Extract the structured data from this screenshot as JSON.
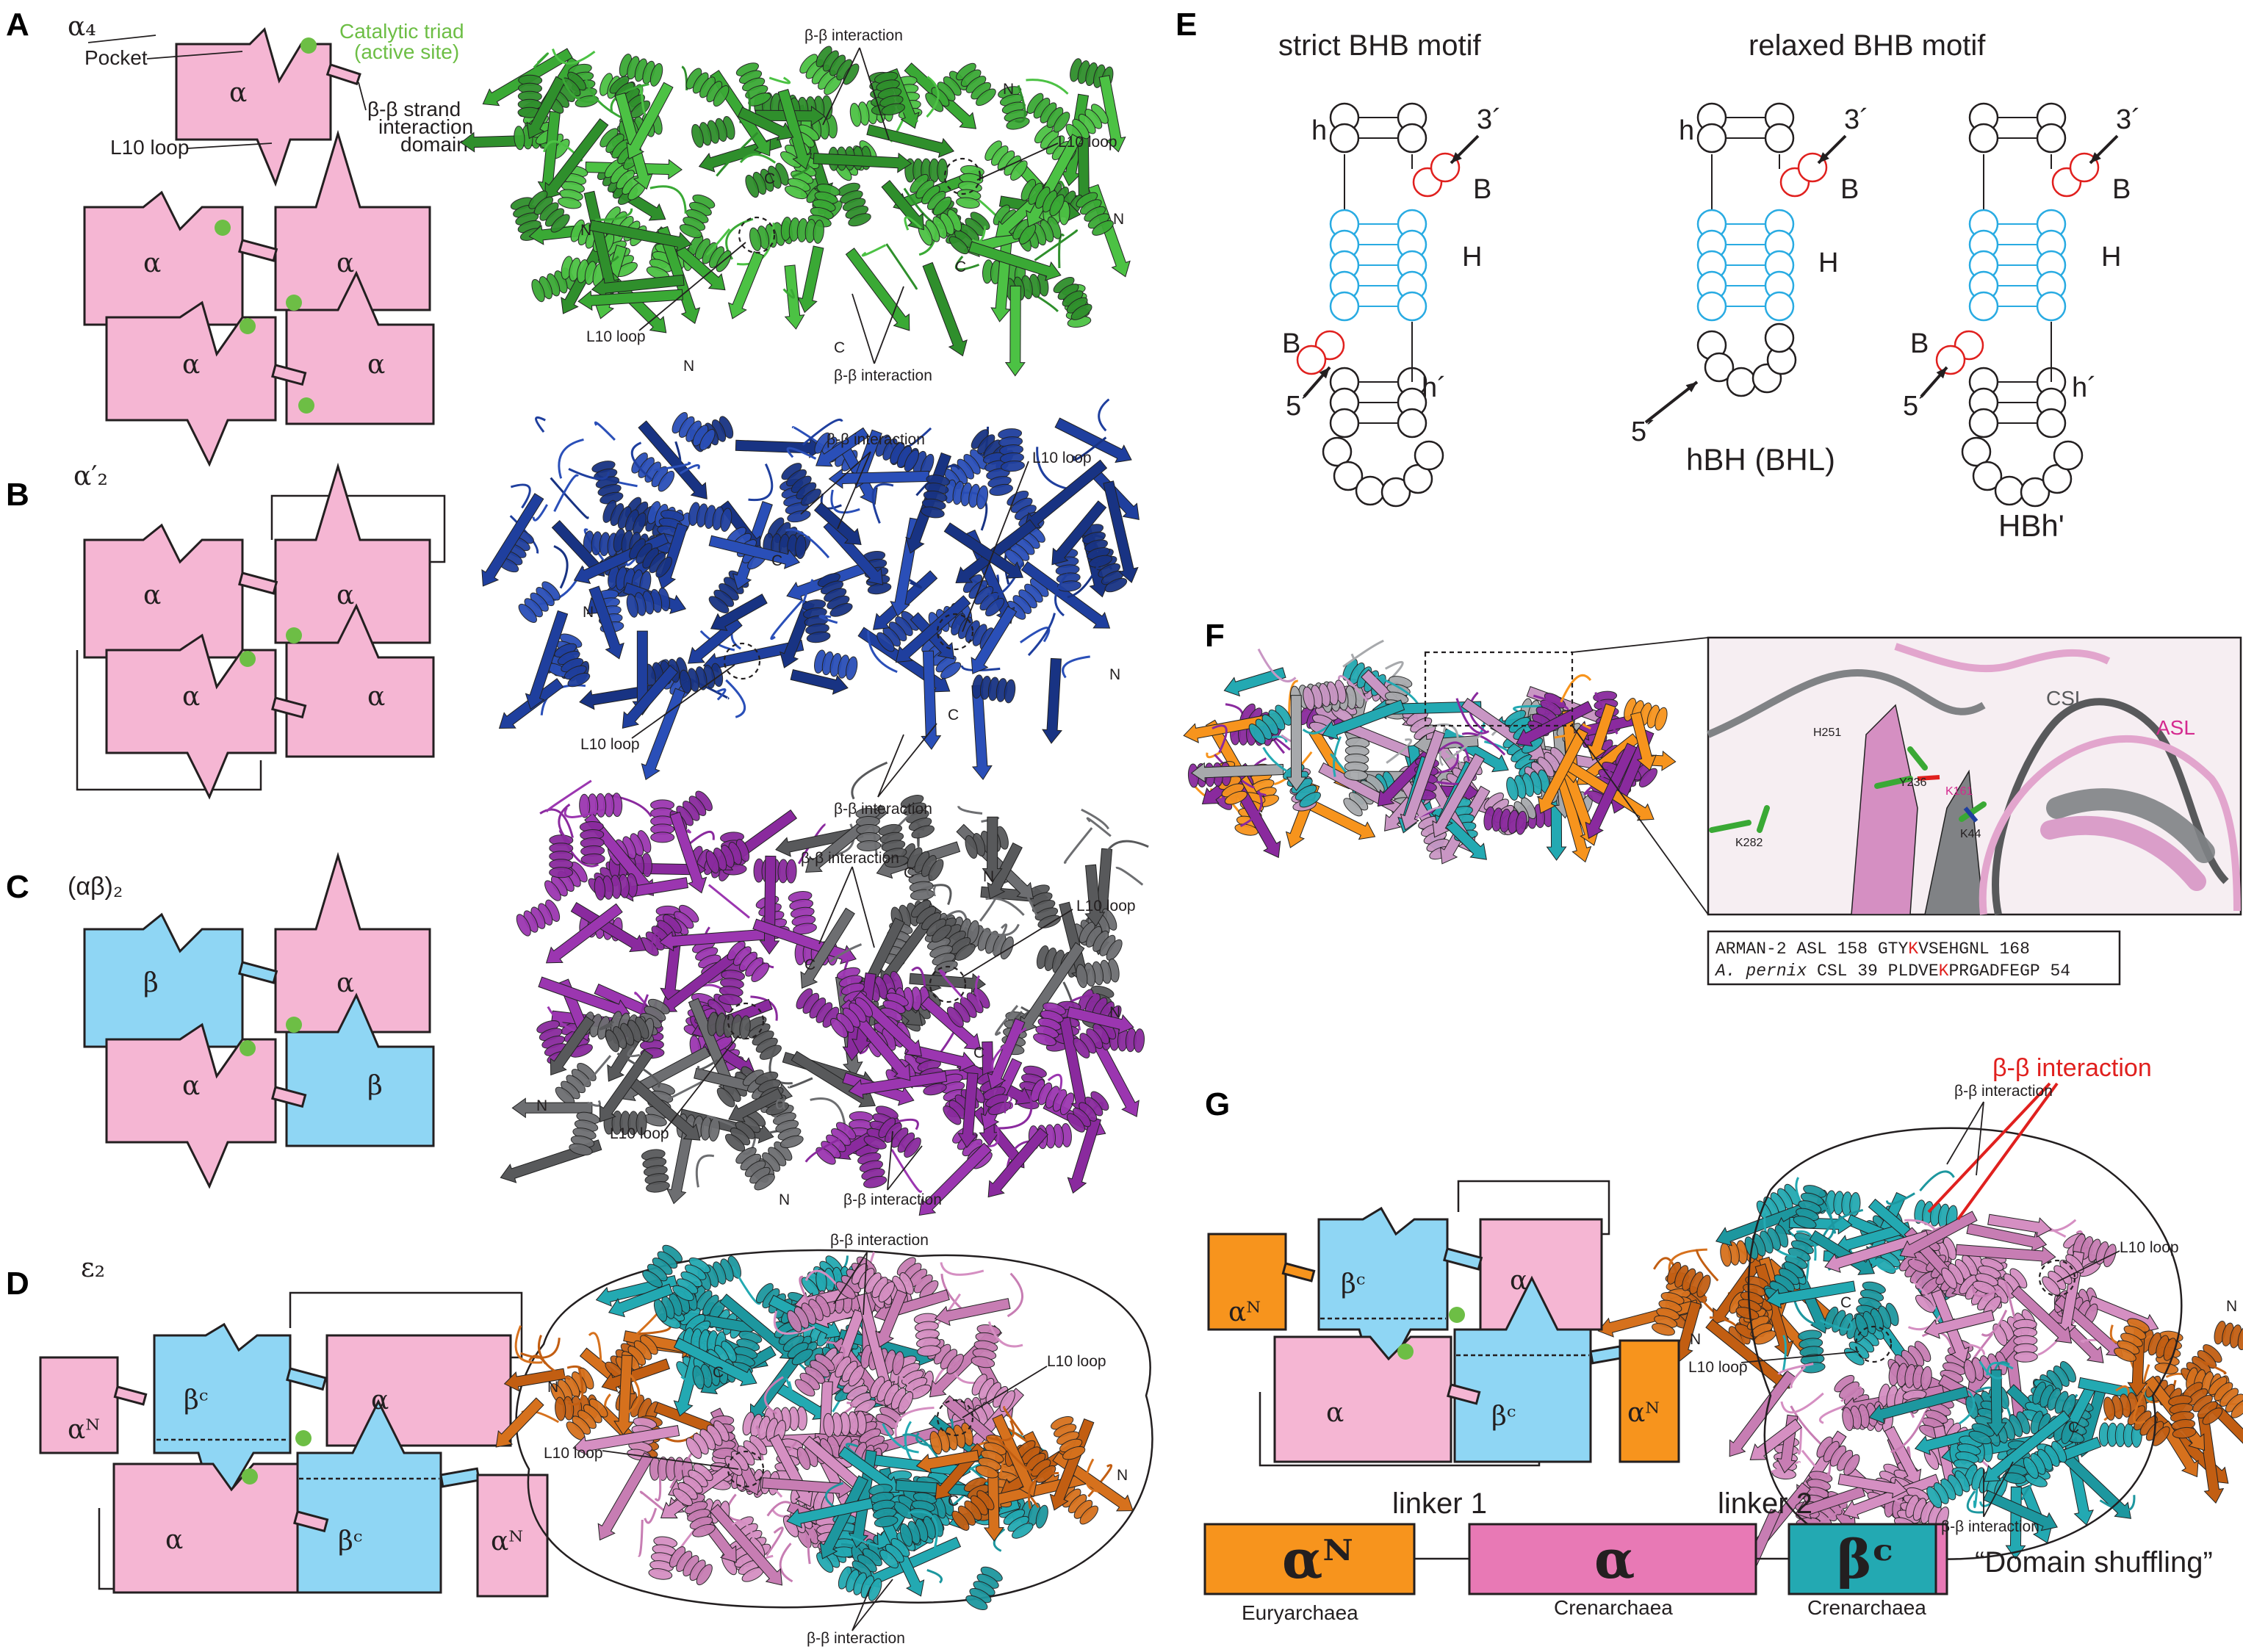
{
  "panels": {
    "A": {
      "letter": "A",
      "state": "α₄",
      "pocket": "Pocket",
      "triad_1": "Catalytic triad",
      "triad_2": "(active site)",
      "bb_1": "β-β strand",
      "bb_2": "interaction",
      "bb_3": "domain",
      "l10": "L10 loop",
      "alpha": "α"
    },
    "B": {
      "letter": "B",
      "state": "α′₂",
      "alpha": "α"
    },
    "C": {
      "letter": "C",
      "state": "(αβ)₂",
      "alpha": "α",
      "beta": "β"
    },
    "D": {
      "letter": "D",
      "state": "ε₂",
      "alpha": "α",
      "alphaN": "αᴺ",
      "betaC": "βᶜ"
    },
    "E": {
      "letter": "E",
      "strict": "strict BHB motif",
      "relaxed": "relaxed BHB motif",
      "h": "h",
      "B": "B",
      "H": "H",
      "hprime": "h´",
      "three": "3´",
      "five": "5´",
      "hbh": "hBH (BHL)",
      "hbhp": "HBh'"
    },
    "F": {
      "letter": "F",
      "csl": "CSL",
      "asl": "ASL",
      "h251": "H251",
      "y236": "Y236",
      "k161": "K161",
      "k44": "K44",
      "k282": "K282",
      "seq1_pre": "ARMAN-2 ASL  158    GTY",
      "seq1_k": "K",
      "seq1_post": "VSEHGNL  168",
      "seq2_a": "A. pernix",
      "seq2_pre": " CSL 39  PLDVE",
      "seq2_k": "K",
      "seq2_post": "PRGADFEGP  54"
    },
    "G": {
      "letter": "G",
      "bb_red": "β-β interaction",
      "alpha": "α",
      "alphaN": "αᴺ",
      "betaC": "βᶜ",
      "linker1": "linker 1",
      "linker2": "linker 2",
      "dom_aN": "αᴺ",
      "dom_a": "α",
      "dom_bC": "βᶜ",
      "shuffle": "“Domain shuffling”",
      "eury": "Euryarchaea",
      "cren1": "Crenarchaea",
      "cren2": "Crenarchaea"
    }
  },
  "structure_labels": {
    "bb": "β-β interaction",
    "l10": "L10 loop",
    "n": "N",
    "c": "C",
    "alpha": "α",
    "beta": "β"
  },
  "colors": {
    "alpha_subunit": "#f5b6d3",
    "beta_subunit": "#8fd6f4",
    "alphaN_subunit": "#f7941d",
    "active_site": "#6dbe45",
    "ribbon_A": "#3aa935",
    "ribbon_B": "#1f3f9e",
    "ribbon_C_purple": "#8a2a9e",
    "ribbon_C_gray": "#6d6e71",
    "ribbon_teal": "#23a9b2",
    "ribbon_pink": "#d58fc2",
    "ribbon_orange": "#d6711d",
    "highlight_red": "#e0201e",
    "asl_magenta": "#d42a8f"
  }
}
